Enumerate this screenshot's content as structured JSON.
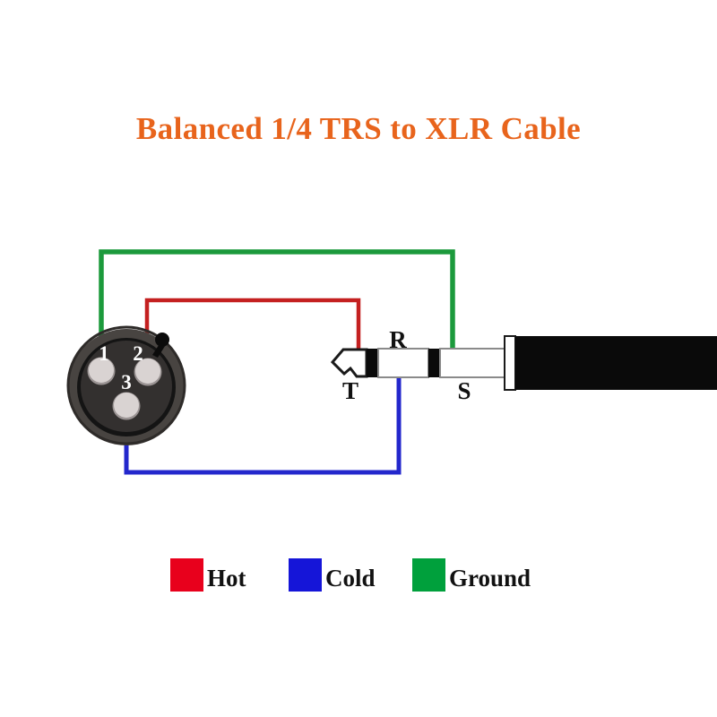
{
  "title": "Balanced 1/4 TRS to XLR Cable",
  "title_color": "#E8641C",
  "background_color": "#FFFFFF",
  "colors": {
    "hot": "#E8001C",
    "cold": "#1515D8",
    "ground": "#00A03C",
    "wire_hot": "#C42020",
    "wire_cold": "#2327CC",
    "wire_ground": "#1C9A3C",
    "connector_body": "#3A3A3A",
    "connector_outer": "#4D4A47",
    "connector_inner": "#333333",
    "pin_metal": "#D8D2D2",
    "plug_black": "#0A0A0A",
    "plug_metal": "#FFFFFF",
    "outline": "#777777"
  },
  "xlr_connector": {
    "name": "XLR female connector, 3-pin face view",
    "pins": [
      {
        "id": "pin-1",
        "label": "1",
        "function": "Ground",
        "wire_color": "#1C9A3C"
      },
      {
        "id": "pin-2",
        "label": "2",
        "function": "Hot",
        "wire_color": "#C42020"
      },
      {
        "id": "pin-3",
        "label": "3",
        "function": "Cold",
        "wire_color": "#2327CC"
      }
    ]
  },
  "trs_plug": {
    "name": "1/4 inch TRS plug",
    "contacts": [
      {
        "id": "tip",
        "label": "T",
        "function": "Tip - Hot",
        "wire_color": "#C42020"
      },
      {
        "id": "ring",
        "label": "R",
        "function": "Ring - Cold",
        "wire_color": "#2327CC"
      },
      {
        "id": "sleeve",
        "label": "S",
        "function": "Sleeve - Ground",
        "wire_color": "#1C9A3C"
      }
    ]
  },
  "legend": {
    "items": [
      {
        "label": "Hot",
        "color": "#E8001C"
      },
      {
        "label": "Cold",
        "color": "#1515D8"
      },
      {
        "label": "Ground",
        "color": "#00A03C"
      }
    ]
  },
  "wiring": [
    {
      "from": "pin-1",
      "to": "sleeve",
      "color": "#1C9A3C",
      "signal": "Ground"
    },
    {
      "from": "pin-2",
      "to": "tip",
      "color": "#C42020",
      "signal": "Hot"
    },
    {
      "from": "pin-3",
      "to": "ring",
      "color": "#2327CC",
      "signal": "Cold"
    }
  ]
}
